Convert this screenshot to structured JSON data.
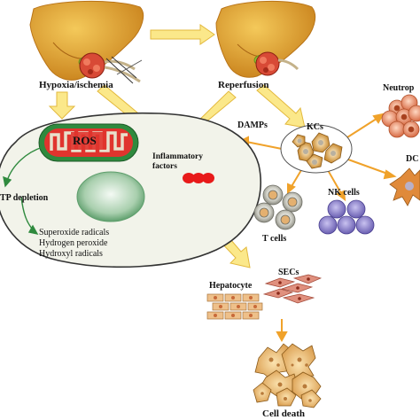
{
  "labels": {
    "hypoxia": "Hypoxia/ischemia",
    "reperfusion": "Reperfusion",
    "ros": "ROS",
    "atp_depletion": "TP depletion",
    "superoxide": "Superoxide radicals",
    "hydrogen_peroxide": "Hydrogen peroxide",
    "hydroxyl": "Hydroxyl radicals",
    "inflammatory_line1": "Inflammatory",
    "inflammatory_line2": "factors",
    "damps": "DAMPs",
    "kcs": "KCs",
    "neutrophils": "Neutrop",
    "dcs": "DC",
    "nk_cells": "NK cells",
    "t_cells": "T cells",
    "hepatocyte": "Hepatocyte",
    "secs": "SECs",
    "cell_death": "Cell death"
  },
  "colors": {
    "arrow_fill": "#fbe88a",
    "arrow_stroke": "#e3b93e",
    "liver": "#e3a32c",
    "gallbladder": "#8fbf2e",
    "tumor": "#d84a36",
    "cell_fill": "#f2f3ea",
    "nucleus": "#86b88f",
    "mito_outer": "#2f8a3e",
    "mito_inner": "#e0342e",
    "red_dots": "#e81a1a",
    "kc_fill": "#d8a24a",
    "neutrophil": "#e88a66",
    "nk_cell": "#8a7ec8",
    "t_cell": "#b8b8b0",
    "dc_fill": "#e08a3a",
    "hepatocyte_fill": "#eec08a",
    "sec_fill": "#e0907e"
  }
}
